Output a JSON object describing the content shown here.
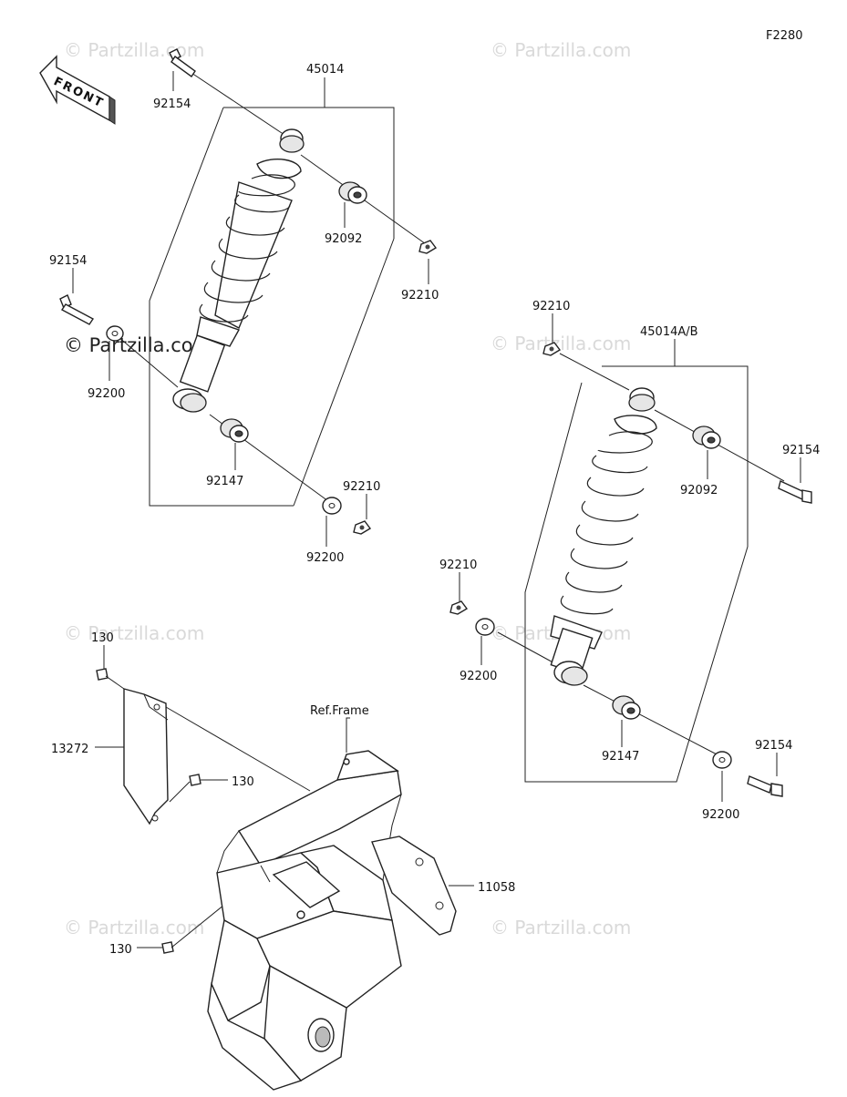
{
  "figure_code": "F2280",
  "watermark": "© Partzilla.com",
  "front_label": "FRONT",
  "ref_frame": "Ref.Frame",
  "parts": {
    "p45014": "45014",
    "p45014ab": "45014A/B",
    "p92154": "92154",
    "p92092": "92092",
    "p92210": "92210",
    "p92200": "92200",
    "p92147": "92147",
    "p130": "130",
    "p13272": "13272",
    "p11058": "11058"
  }
}
